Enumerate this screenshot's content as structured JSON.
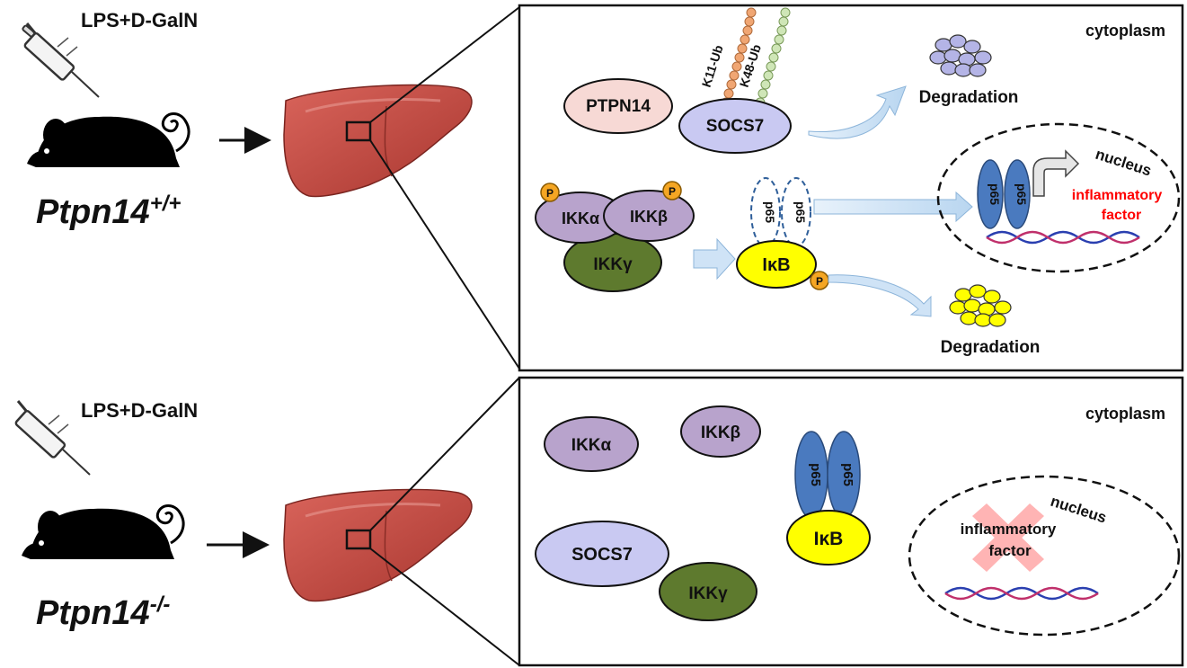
{
  "top": {
    "treatment": "LPS+D-GalN",
    "genotype_base": "Ptpn14",
    "genotype_sup": "+/+",
    "cytoplasm": "cytoplasm",
    "nucleus": "nucleus",
    "ptpn14": "PTPN14",
    "socs7": "SOCS7",
    "k11": "K11-Ub",
    "k48": "K48-Ub",
    "degradation1": "Degradation",
    "degradation2": "Degradation",
    "ikka": "IKKα",
    "ikkb": "IKKβ",
    "ikkg": "IKKγ",
    "ikb": "IκB",
    "p65": "p65",
    "p": "P",
    "inflammatory": "inflammatory",
    "factor": "factor"
  },
  "bottom": {
    "treatment": "LPS+D-GalN",
    "genotype_base": "Ptpn14",
    "genotype_sup": "-/-",
    "cytoplasm": "cytoplasm",
    "nucleus": "nucleus",
    "ikka": "IKKα",
    "ikkb": "IKKβ",
    "socs7": "SOCS7",
    "ikkg": "IKKγ",
    "ikb": "IκB",
    "p65": "p65",
    "inflammatory": "inflammatory",
    "factor": "factor"
  },
  "colors": {
    "ikk_purple": "#b8a3cc",
    "ikkg_green": "#5e7a2e",
    "socs7_lavender": "#c9c9f2",
    "ptpn14_pink": "#f7d9d5",
    "ikb_yellow": "#ffff00",
    "p65_blue": "#4a7abf",
    "phospho_orange": "#f5a623",
    "liver_red": "#c0473f",
    "inflammatory_red": "#ff0000",
    "arrow_blue": "#cfe3f6"
  }
}
